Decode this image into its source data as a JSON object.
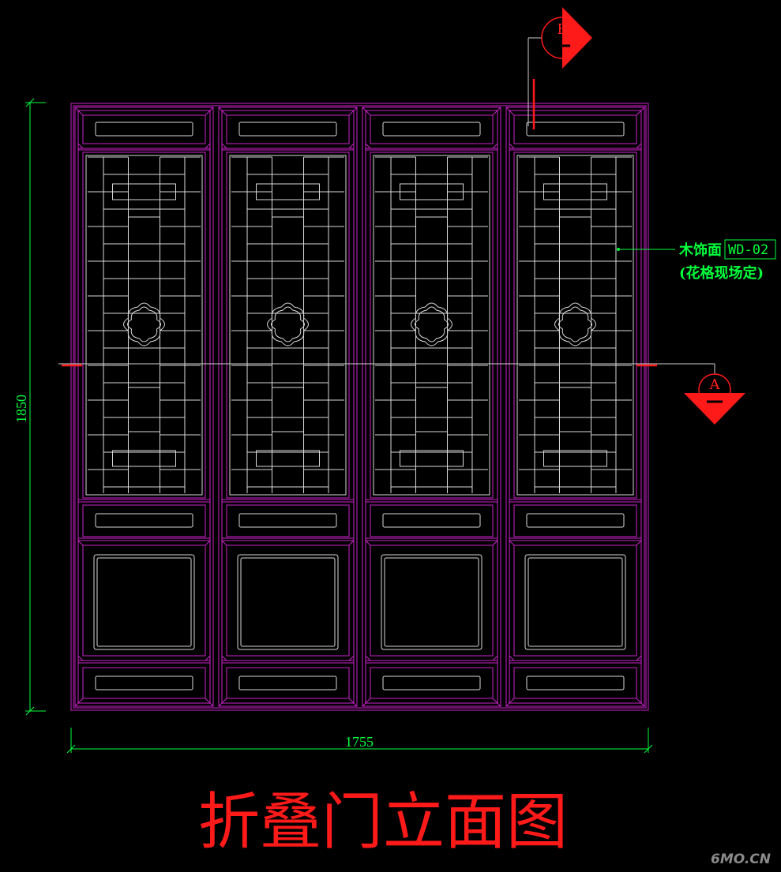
{
  "dimensions": {
    "height": "1850",
    "width": "1755"
  },
  "annotation": {
    "material": "木饰面",
    "code": "WD-02",
    "note": "(花格现场定)"
  },
  "sections": {
    "a": "A",
    "b": "B"
  },
  "title": "折叠门立面图",
  "watermark": "6MO.CN",
  "colors": {
    "frame": "#cc22cc",
    "detail": "#d8d8d8",
    "dimension": "#00ff3c",
    "section": "#ff1a1a",
    "background": "#000000"
  }
}
